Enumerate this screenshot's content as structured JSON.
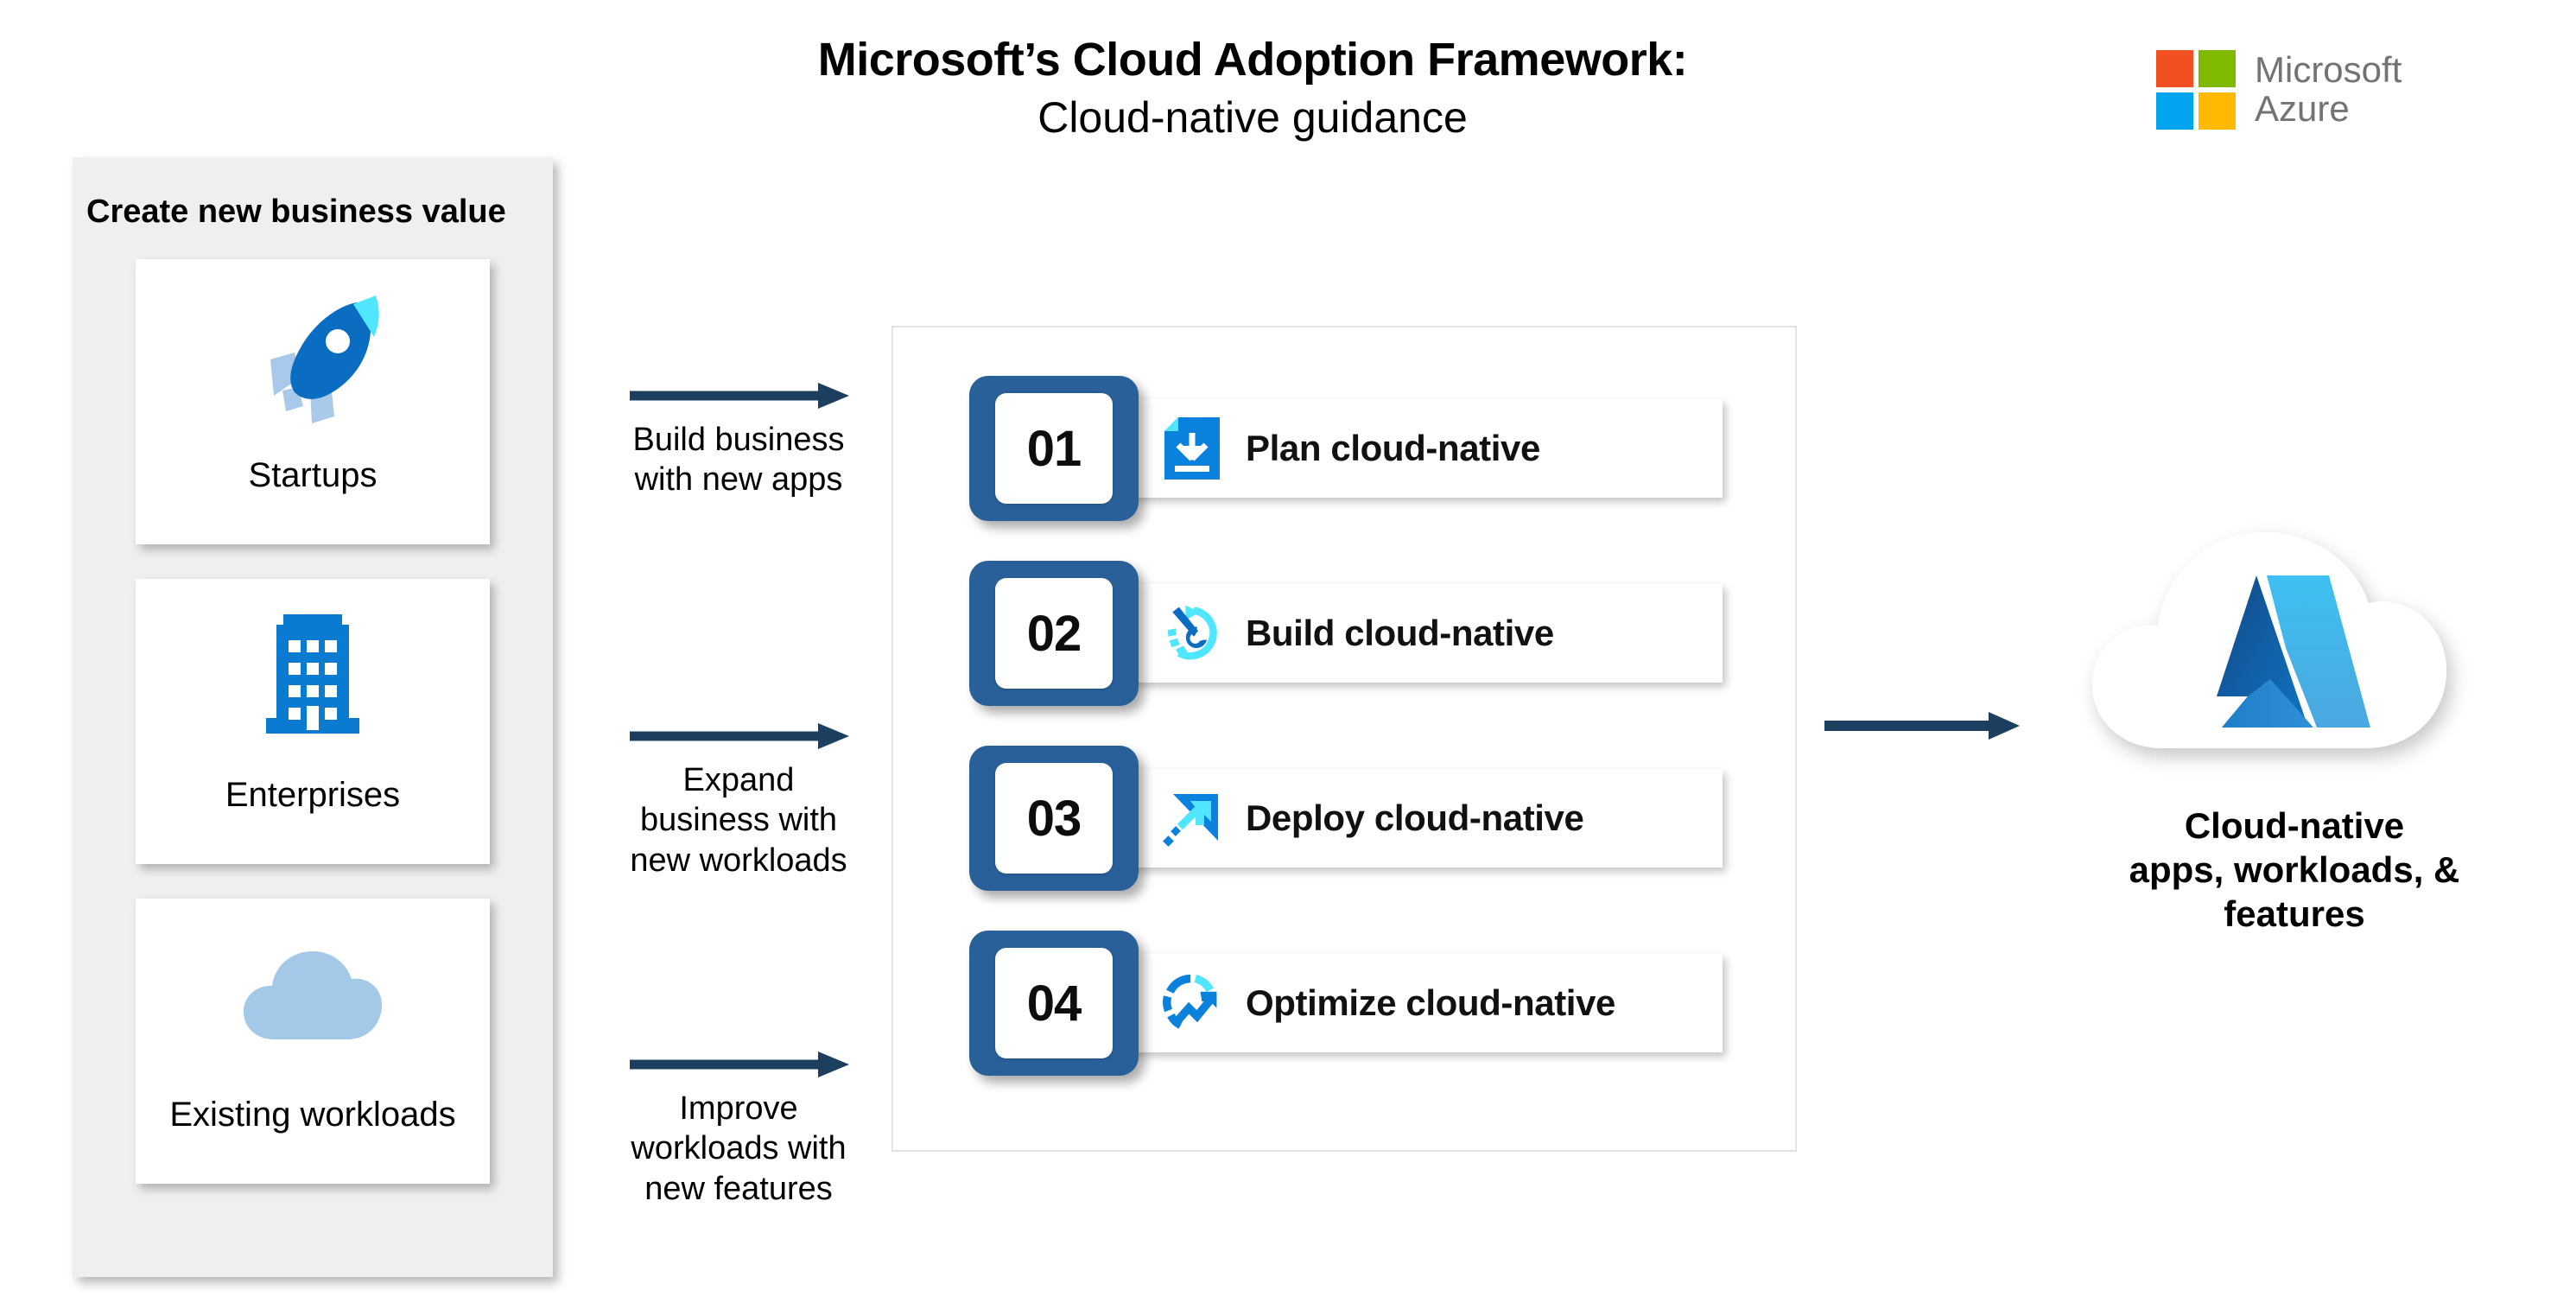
{
  "header": {
    "title_main": "Microsoft’s Cloud Adoption Framework:",
    "title_sub": "Cloud-native guidance",
    "logo": {
      "line1": "Microsoft",
      "line2": "Azure",
      "square_colors": [
        "#f25022",
        "#7fba00",
        "#00a4ef",
        "#ffb900"
      ],
      "text_color": "#737373"
    }
  },
  "left_panel": {
    "title": "Create new business value",
    "background": "#efefef",
    "cards": [
      {
        "label": "Startups",
        "icon": "rocket-icon"
      },
      {
        "label": "Enterprises",
        "icon": "building-icon"
      },
      {
        "label": "Existing workloads",
        "icon": "cloud-icon"
      }
    ]
  },
  "arrows": {
    "color": "#1c3f5f",
    "items": [
      {
        "label": "Build business\nwith new apps",
        "line1": "Build business",
        "line2": "with new apps",
        "line3": ""
      },
      {
        "label": "Expand business with new workloads",
        "line1": "Expand",
        "line2": "business with",
        "line3": "new workloads"
      },
      {
        "label": "Improve workloads with new features",
        "line1": "Improve",
        "line2": "workloads with",
        "line3": "new features"
      }
    ]
  },
  "center_panel": {
    "badge_color": "#2a6099",
    "steps": [
      {
        "number": "01",
        "label": "Plan cloud-native",
        "icon": "document-download-icon"
      },
      {
        "number": "02",
        "label": "Build cloud-native",
        "icon": "wrench-loop-icon"
      },
      {
        "number": "03",
        "label": "Deploy cloud-native",
        "icon": "arrow-launch-icon"
      },
      {
        "number": "04",
        "label": "Optimize cloud-native",
        "icon": "gauge-trend-icon"
      }
    ]
  },
  "outcome": {
    "icon": "azure-cloud-icon",
    "caption_line1": "Cloud-native",
    "caption_line2": "apps, workloads, &",
    "caption_line3": "features",
    "azure_colors": {
      "dark": "#0f5394",
      "light": "#3ab3ec",
      "mid": "#1d7fce"
    }
  },
  "colors": {
    "accent_blue": "#0b81de",
    "cyan": "#50e6ff",
    "navy": "#1c3f5f",
    "badge_blue": "#2a6099",
    "light_blue": "#a4c8e8"
  }
}
